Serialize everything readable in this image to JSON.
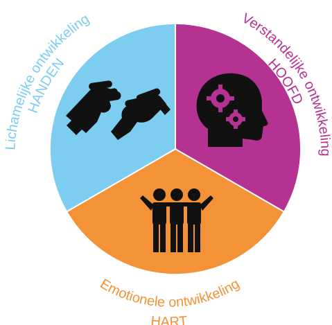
{
  "diagram": {
    "segments": [
      {
        "id": "handen",
        "title": "HANDEN",
        "subtitle": "Lichamelijke ontwikkeling",
        "color": "#7dcdf1",
        "icon": "handshake-icon"
      },
      {
        "id": "hoofd",
        "title": "HOOFD",
        "subtitle": "Verstandelijke ontwikkeling",
        "color": "#b63292",
        "icon": "head-gears-icon"
      },
      {
        "id": "hart",
        "title": "HART",
        "subtitle": "Emotionele ontwikkeling",
        "color": "#f39237",
        "icon": "group-hug-icon"
      }
    ]
  }
}
